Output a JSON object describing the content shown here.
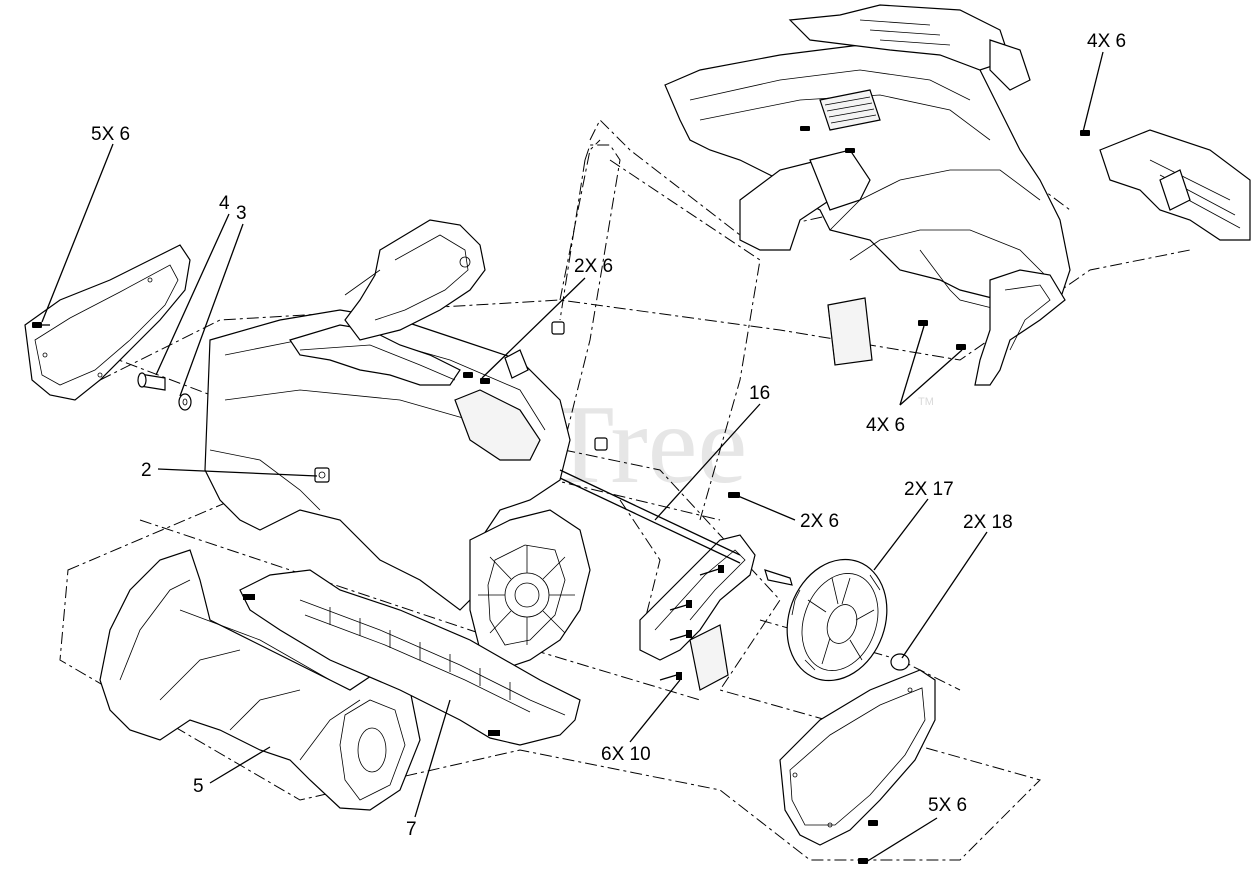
{
  "watermark": {
    "text": "PartsTree",
    "trademark": "TM"
  },
  "callouts": [
    {
      "id": "c-5x6-top",
      "text": "5X 6"
    },
    {
      "id": "c-4",
      "text": "4"
    },
    {
      "id": "c-3",
      "text": "3"
    },
    {
      "id": "c-2x6-top",
      "text": "2X 6"
    },
    {
      "id": "c-4x6-top",
      "text": "4X 6"
    },
    {
      "id": "c-4x6-mid",
      "text": "4X 6"
    },
    {
      "id": "c-16",
      "text": "16"
    },
    {
      "id": "c-2",
      "text": "2"
    },
    {
      "id": "c-2x6-mid",
      "text": "2X 6"
    },
    {
      "id": "c-2x17",
      "text": "2X 17"
    },
    {
      "id": "c-2x18",
      "text": "2X 18"
    },
    {
      "id": "c-6x10",
      "text": "6X 10"
    },
    {
      "id": "c-5",
      "text": "5"
    },
    {
      "id": "c-7",
      "text": "7"
    },
    {
      "id": "c-5x6-bot",
      "text": "5X 6"
    }
  ]
}
